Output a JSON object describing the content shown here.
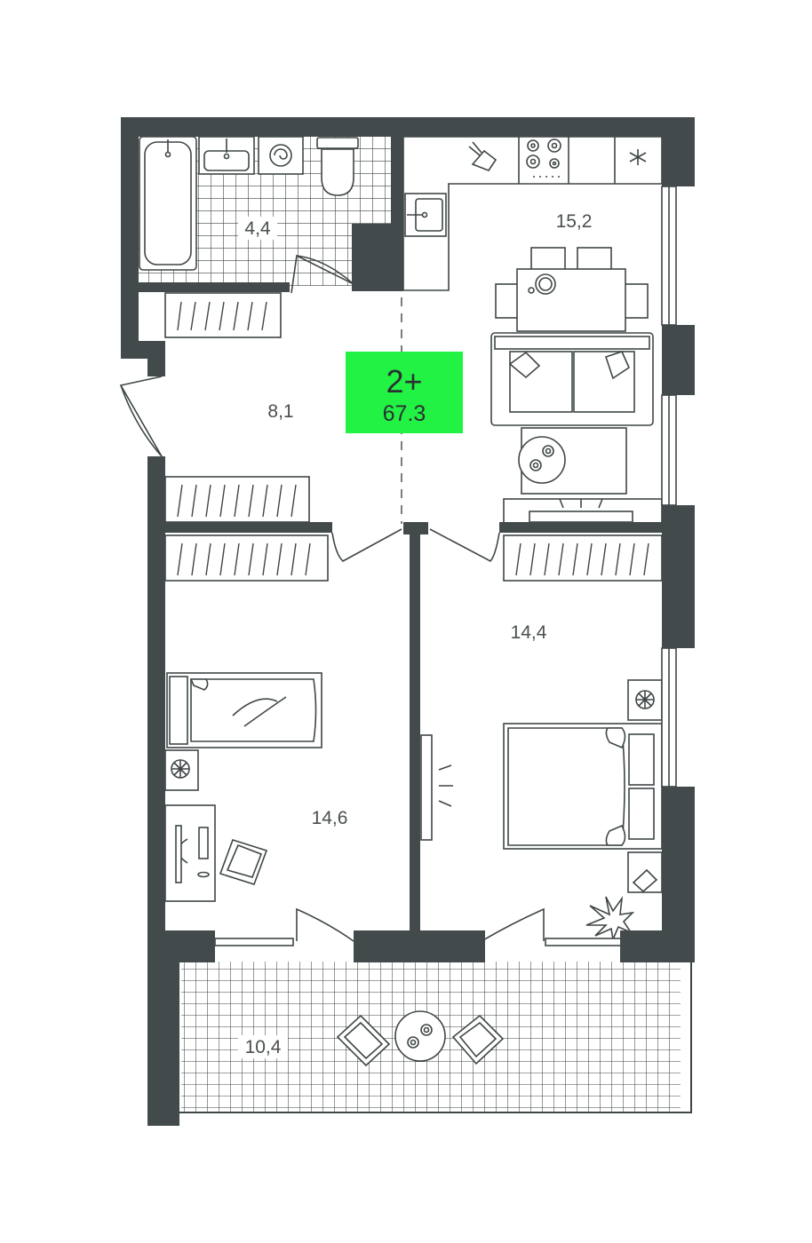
{
  "badge": {
    "rooms": "2+",
    "area": "67.3",
    "color": "#22f244"
  },
  "rooms": [
    {
      "id": "bathroom",
      "area": "4,4"
    },
    {
      "id": "kitchen-living",
      "area": "15,2"
    },
    {
      "id": "hallway",
      "area": "8,1"
    },
    {
      "id": "bedroom-right",
      "area": "14,4"
    },
    {
      "id": "bedroom-left",
      "area": "14,6"
    },
    {
      "id": "balcony",
      "area": "10,4"
    }
  ],
  "colors": {
    "wall": "#434a4b",
    "line": "#3f4647",
    "background": "#ffffff"
  },
  "icons": [
    "bathtub-icon",
    "sink-icon",
    "washing-machine-icon",
    "toilet-icon",
    "stove-icon",
    "fridge-icon",
    "dining-table-icon",
    "sofa-icon",
    "coffee-table-icon",
    "tv-stand-icon",
    "wardrobe-icon",
    "bed-icon",
    "nightstand-icon",
    "desk-icon",
    "chair-icon",
    "tv-icon",
    "plant-icon",
    "armchair-icon"
  ]
}
